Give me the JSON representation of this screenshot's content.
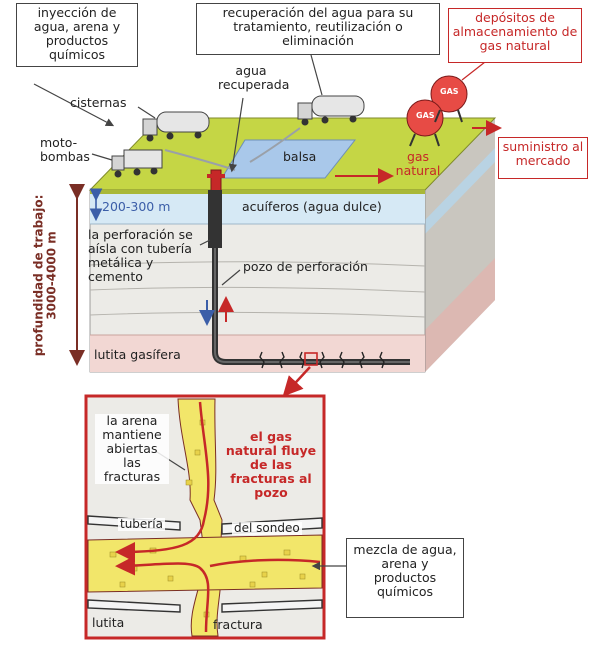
{
  "labels": {
    "injection": "inyección de agua, arena y productos químicos",
    "recovery": "recuperación del agua para su tratamiento, reutilización o eliminación",
    "storage": "depósitos de almacenamiento de gas natural",
    "supply": "suministro al mercado",
    "tanks": "cisternas",
    "pumps": "moto-bombas",
    "recovered_water": "agua recuperada",
    "pond": "balsa",
    "natural_gas": "gas natural",
    "aquifers": "acuíferos (agua dulce)",
    "aquifer_depth": "200-300 m",
    "working_depth": "profundidad de trabajo: 3000-4000 m",
    "casing": "la perforación se aísla con tubería metálica y cemento",
    "well": "pozo de perforación",
    "shale": "lutita gasífera",
    "gas_tank_label": "GAS"
  },
  "detail": {
    "sand_note": "la arena mantiene abiertas las fracturas",
    "gas_flow": "el gas natural fluye de las fracturas al pozo",
    "pipe_label": "tubería",
    "borehole_label": "del sondeo",
    "mixture": "mezcla de agua, arena y productos químicos",
    "shale": "lutita",
    "fracture": "fractura"
  },
  "colors": {
    "surface": "#c5d645",
    "aquifer": "#d6e9f5",
    "rock_light": "#ecebe7",
    "shale": "#f2d7d3",
    "gas_red": "#c62828",
    "depth_arrow": "#7a2e25",
    "water_blue": "#3b5ea8",
    "sand": "#f2e66a"
  }
}
